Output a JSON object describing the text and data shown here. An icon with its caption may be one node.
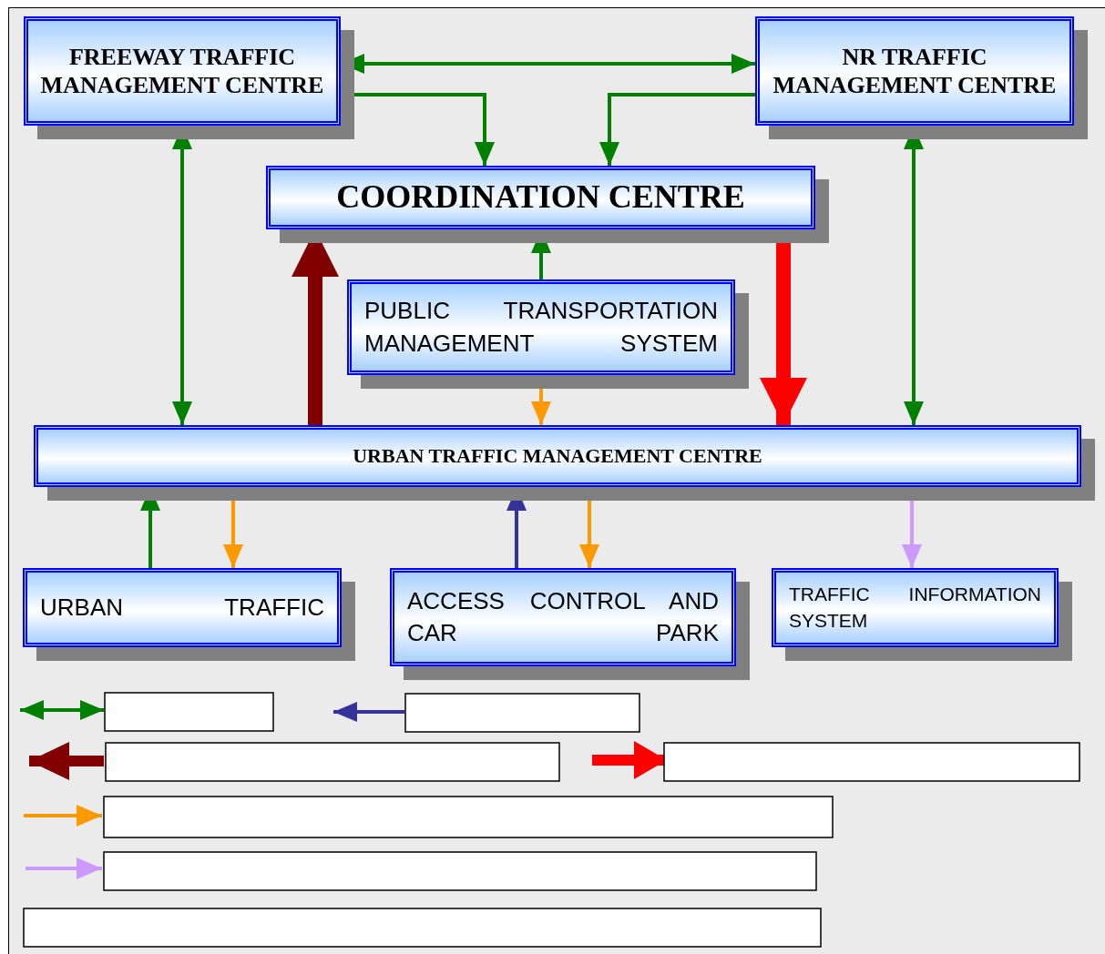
{
  "diagram": {
    "nodes": [
      {
        "text": [
          "FREEWAY TRAFFIC MANAGEMENT CENTRE"
        ]
      },
      {
        "text": [
          "NR TRAFFIC MANAGEMENT CENTRE"
        ]
      },
      {
        "text": [
          "COORDINATION CENTRE"
        ]
      },
      {
        "text": [
          "PUBLIC TRANSPORTATION MANAGEMENT SYSTEM"
        ]
      },
      {
        "text": [
          "URBAN TRAFFIC MANAGEMENT CENTRE"
        ]
      },
      {
        "text": [
          "URBAN TRAFFIC"
        ]
      },
      {
        "text": [
          "ACCESS CONTROL AND CAR PARK"
        ]
      },
      {
        "text": [
          "TRAFFIC INFORMATION SYSTEM"
        ]
      }
    ],
    "edges": [
      {
        "from": 0,
        "to": 1,
        "arrow": "both"
      },
      {
        "from": 0,
        "to": 2,
        "arrow": "to"
      },
      {
        "from": 1,
        "to": 2,
        "arrow": "to"
      },
      {
        "from": 0,
        "to": 4,
        "arrow": "both"
      },
      {
        "from": 3,
        "to": 2,
        "arrow": "to"
      },
      {
        "from": 4,
        "to": 2,
        "arrow": "to",
        "style": "thick",
        "color": "#800000"
      },
      {
        "from": 2,
        "to": 4,
        "arrow": "to",
        "style": "thick",
        "color": "#ff0000"
      },
      {
        "from": 3,
        "to": 4,
        "arrow": "to",
        "color": "#ff9900"
      },
      {
        "from": 1,
        "to": 4,
        "arrow": "both"
      },
      {
        "from": 5,
        "to": 4,
        "arrow": "to"
      },
      {
        "from": 4,
        "to": 5,
        "arrow": "to",
        "color": "#ff9900"
      },
      {
        "from": 6,
        "to": 4,
        "arrow": "to",
        "color": "#333399"
      },
      {
        "from": 4,
        "to": 6,
        "arrow": "to",
        "color": "#ff9900"
      },
      {
        "from": 4,
        "to": 7,
        "arrow": "to",
        "color": "#cc99ff"
      }
    ]
  }
}
